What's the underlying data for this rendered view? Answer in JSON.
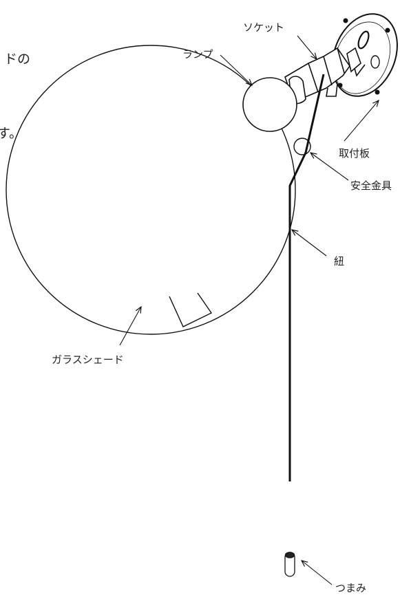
{
  "fragments": {
    "top": "ドの",
    "mid": "す。"
  },
  "labels": {
    "socket": "ソケット",
    "lamp": "ランプ",
    "mounting_plate": "取付板",
    "safety_fitting": "安全金具",
    "cord": "紐",
    "glass_shade": "ガラスシェード",
    "knob": "つまみ"
  },
  "colors": {
    "line": "#111111",
    "text": "#222222",
    "background": "#ffffff"
  }
}
